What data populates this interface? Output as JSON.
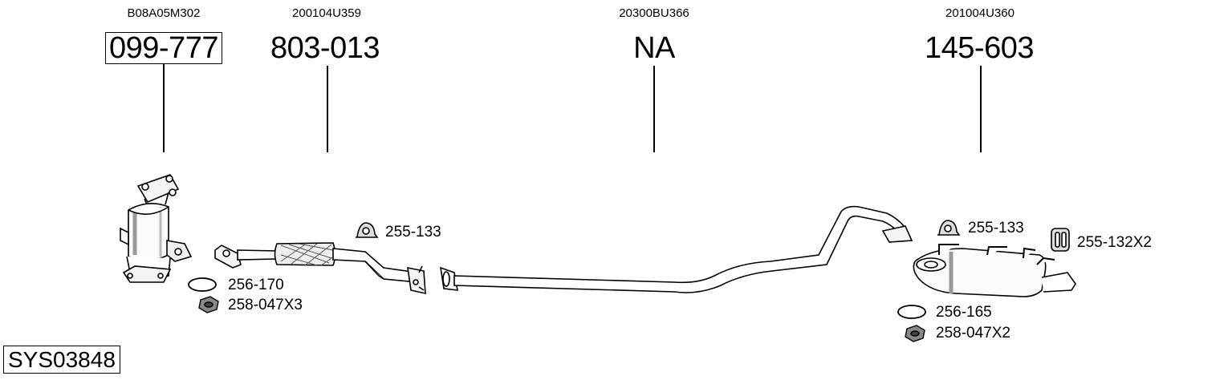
{
  "oem_refs": [
    "B08A05M302",
    "200104U359",
    "20300BU366",
    "201004U360"
  ],
  "part_numbers": [
    "099-777",
    "803-013",
    "NA",
    "145-603"
  ],
  "fitting_labels": {
    "clamp_front": "255-133",
    "gasket_front": "256-170",
    "nut_front": "258-047X3",
    "clamp_rear": "255-133",
    "hanger_rear": "255-132X2",
    "gasket_rear": "256-165",
    "nut_rear": "258-047X2"
  },
  "system_id": "SYS03848"
}
